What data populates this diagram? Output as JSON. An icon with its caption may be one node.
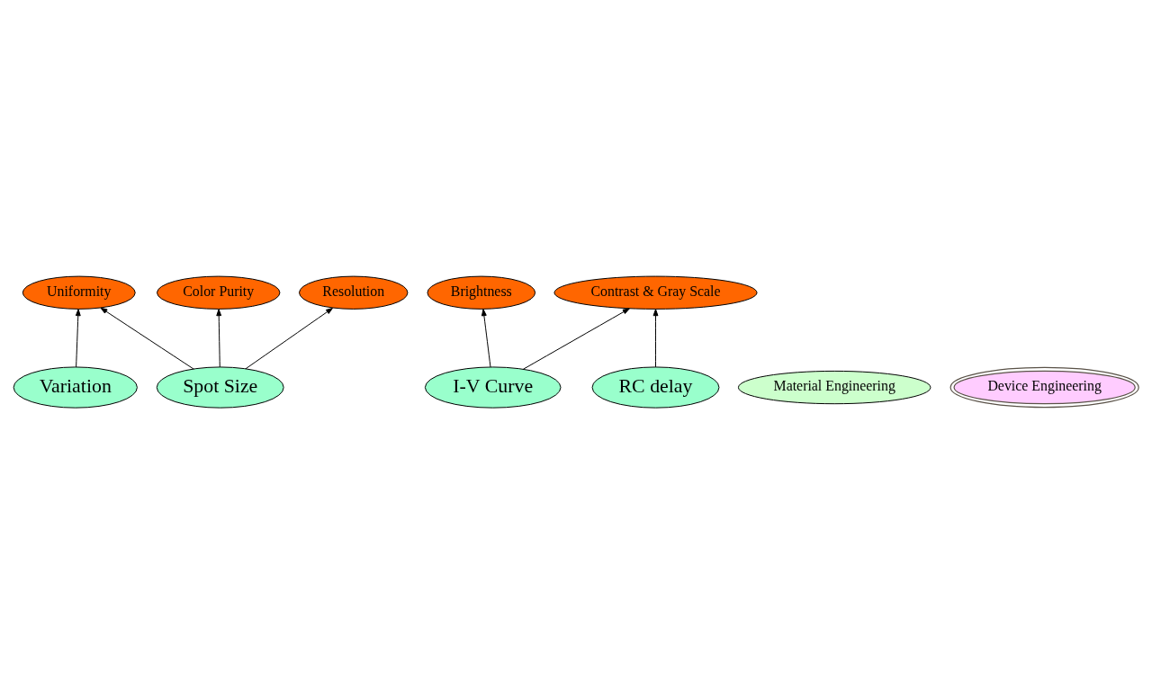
{
  "diagram": {
    "nodes": [
      {
        "text": [
          "Uniformity"
        ]
      },
      {
        "text": [
          "Color Purity"
        ]
      },
      {
        "text": [
          "Resolution"
        ]
      },
      {
        "text": [
          "Brightness"
        ]
      },
      {
        "text": [
          "Contrast & Gray Scale"
        ]
      },
      {
        "text": [
          "Spot Size"
        ]
      },
      {
        "text": [
          "I-V Curve"
        ]
      },
      {
        "text": [
          "Variation"
        ]
      },
      {
        "text": [
          "RC delay"
        ]
      },
      {
        "text": [
          "Material Engineering"
        ]
      },
      {
        "text": [
          "Device Engineering"
        ]
      }
    ],
    "edges": [
      {
        "from": 7,
        "to": 0,
        "arrow": "to"
      },
      {
        "from": 5,
        "to": 0,
        "arrow": "to"
      },
      {
        "from": 5,
        "to": 1,
        "arrow": "to"
      },
      {
        "from": 5,
        "to": 2,
        "arrow": "to"
      },
      {
        "from": 6,
        "to": 3,
        "arrow": "to"
      },
      {
        "from": 6,
        "to": 4,
        "arrow": "to"
      },
      {
        "from": 8,
        "to": 4,
        "arrow": "to"
      }
    ]
  }
}
